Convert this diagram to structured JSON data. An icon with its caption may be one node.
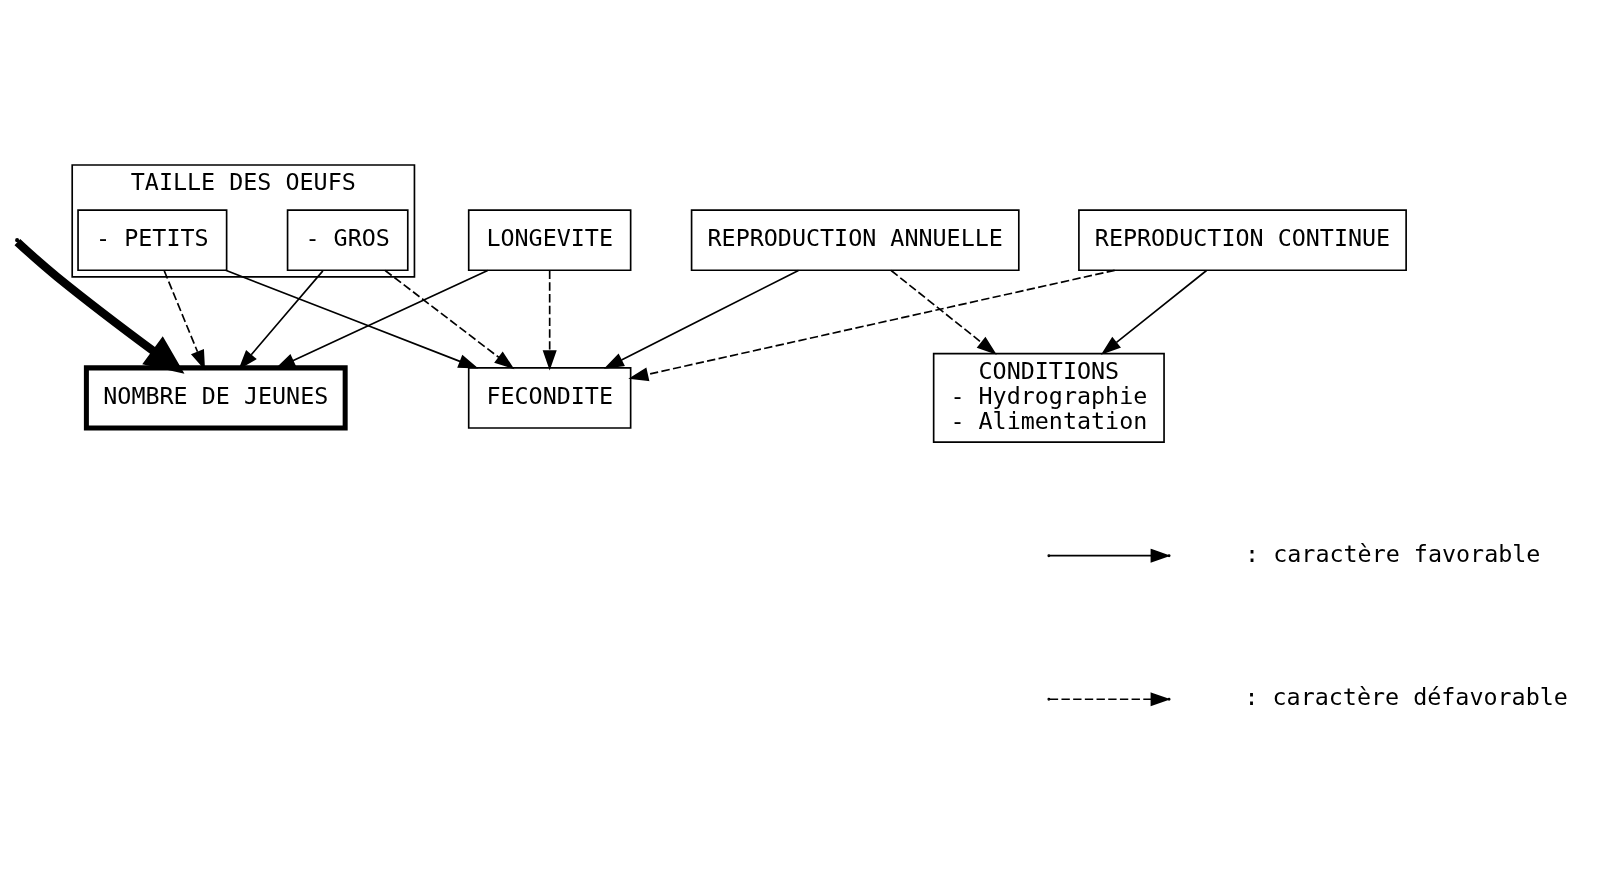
{
  "diagram": {
    "nodes": [
      {
        "text": [
          "LONGEVITE"
        ]
      },
      {
        "text": [
          "TAILLE DES OEUFS"
        ]
      },
      {
        "text": [
          "- GROS"
        ],
        "in": 1
      },
      {
        "text": [
          "- PETITS"
        ],
        "in": 1
      },
      {
        "text": [
          "FECONDITE"
        ]
      },
      {
        "text": [
          "REPRODUCTION CONTINUE"
        ]
      },
      {
        "text": [
          "REPRODUCTION ANNUELLE"
        ]
      },
      {
        "text": [
          "CONDITIONS",
          "- Hydrographie",
          "- Alimentation"
        ]
      },
      {
        "text": [
          "NOMBRE DE JEUNES"
        ]
      }
    ],
    "edges": [
      {
        "from": 0,
        "to": 4,
        "arrow": "to",
        "style": "dashed"
      },
      {
        "from": 0,
        "to": 8,
        "arrow": "to"
      },
      {
        "from": 2,
        "to": 4,
        "arrow": "to",
        "style": "dashed"
      },
      {
        "from": 3,
        "to": 4,
        "arrow": "to"
      },
      {
        "from": 2,
        "to": 8,
        "arrow": "to"
      },
      {
        "from": 3,
        "to": 8,
        "arrow": "to",
        "style": "dashed"
      },
      {
        "from": 5,
        "to": 4,
        "arrow": "to",
        "style": "dashed"
      },
      {
        "from": 6,
        "to": 4,
        "arrow": "to"
      },
      {
        "from": 6,
        "to": 7,
        "arrow": "to",
        "style": "dashed"
      },
      {
        "from": 5,
        "to": 7,
        "arrow": "to"
      },
      {
        "from": null,
        "to": 8,
        "arrow": "to",
        "style": "thick"
      }
    ],
    "legend": [
      {
        "text": ": caractère favorable"
      },
      {
        "text": ": caractère défavorable"
      }
    ]
  }
}
